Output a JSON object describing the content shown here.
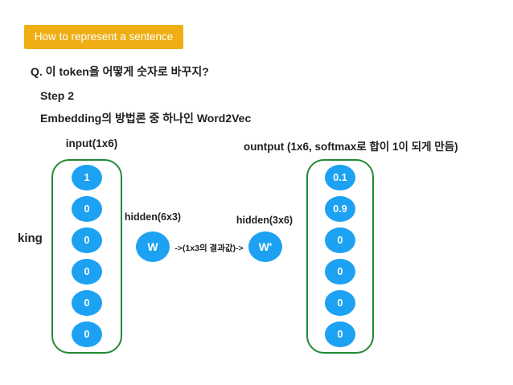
{
  "badge": {
    "label": "How to represent a sentence"
  },
  "question": "Q. 이 token을 어떻게 숫자로 바꾸지?",
  "step": {
    "title": "Step 2",
    "subtitle": "Embedding의 방법론 중 하나인 Word2Vec"
  },
  "diagram": {
    "input": {
      "label": "input(1x6)",
      "word": "king",
      "values": [
        "1",
        "0",
        "0",
        "0",
        "0",
        "0"
      ]
    },
    "output": {
      "label": "ountput (1x6, softmax로 합이 1이 되게 만듬)",
      "values": [
        "0.1",
        "0.9",
        "0",
        "0",
        "0",
        "0"
      ]
    },
    "hidden1": {
      "label": "hidden(6x3)",
      "node": "W"
    },
    "hidden2": {
      "label": "hidden(3x6)",
      "node": "W'"
    },
    "arrow_text": "->(1x3의 결과값)->"
  },
  "colors": {
    "badge_bg": "#EFAF14",
    "node_blue": "#1DA1F2",
    "box_border_green": "#218A36",
    "text": "#1F1F1F",
    "background": "#FFFFFF"
  }
}
